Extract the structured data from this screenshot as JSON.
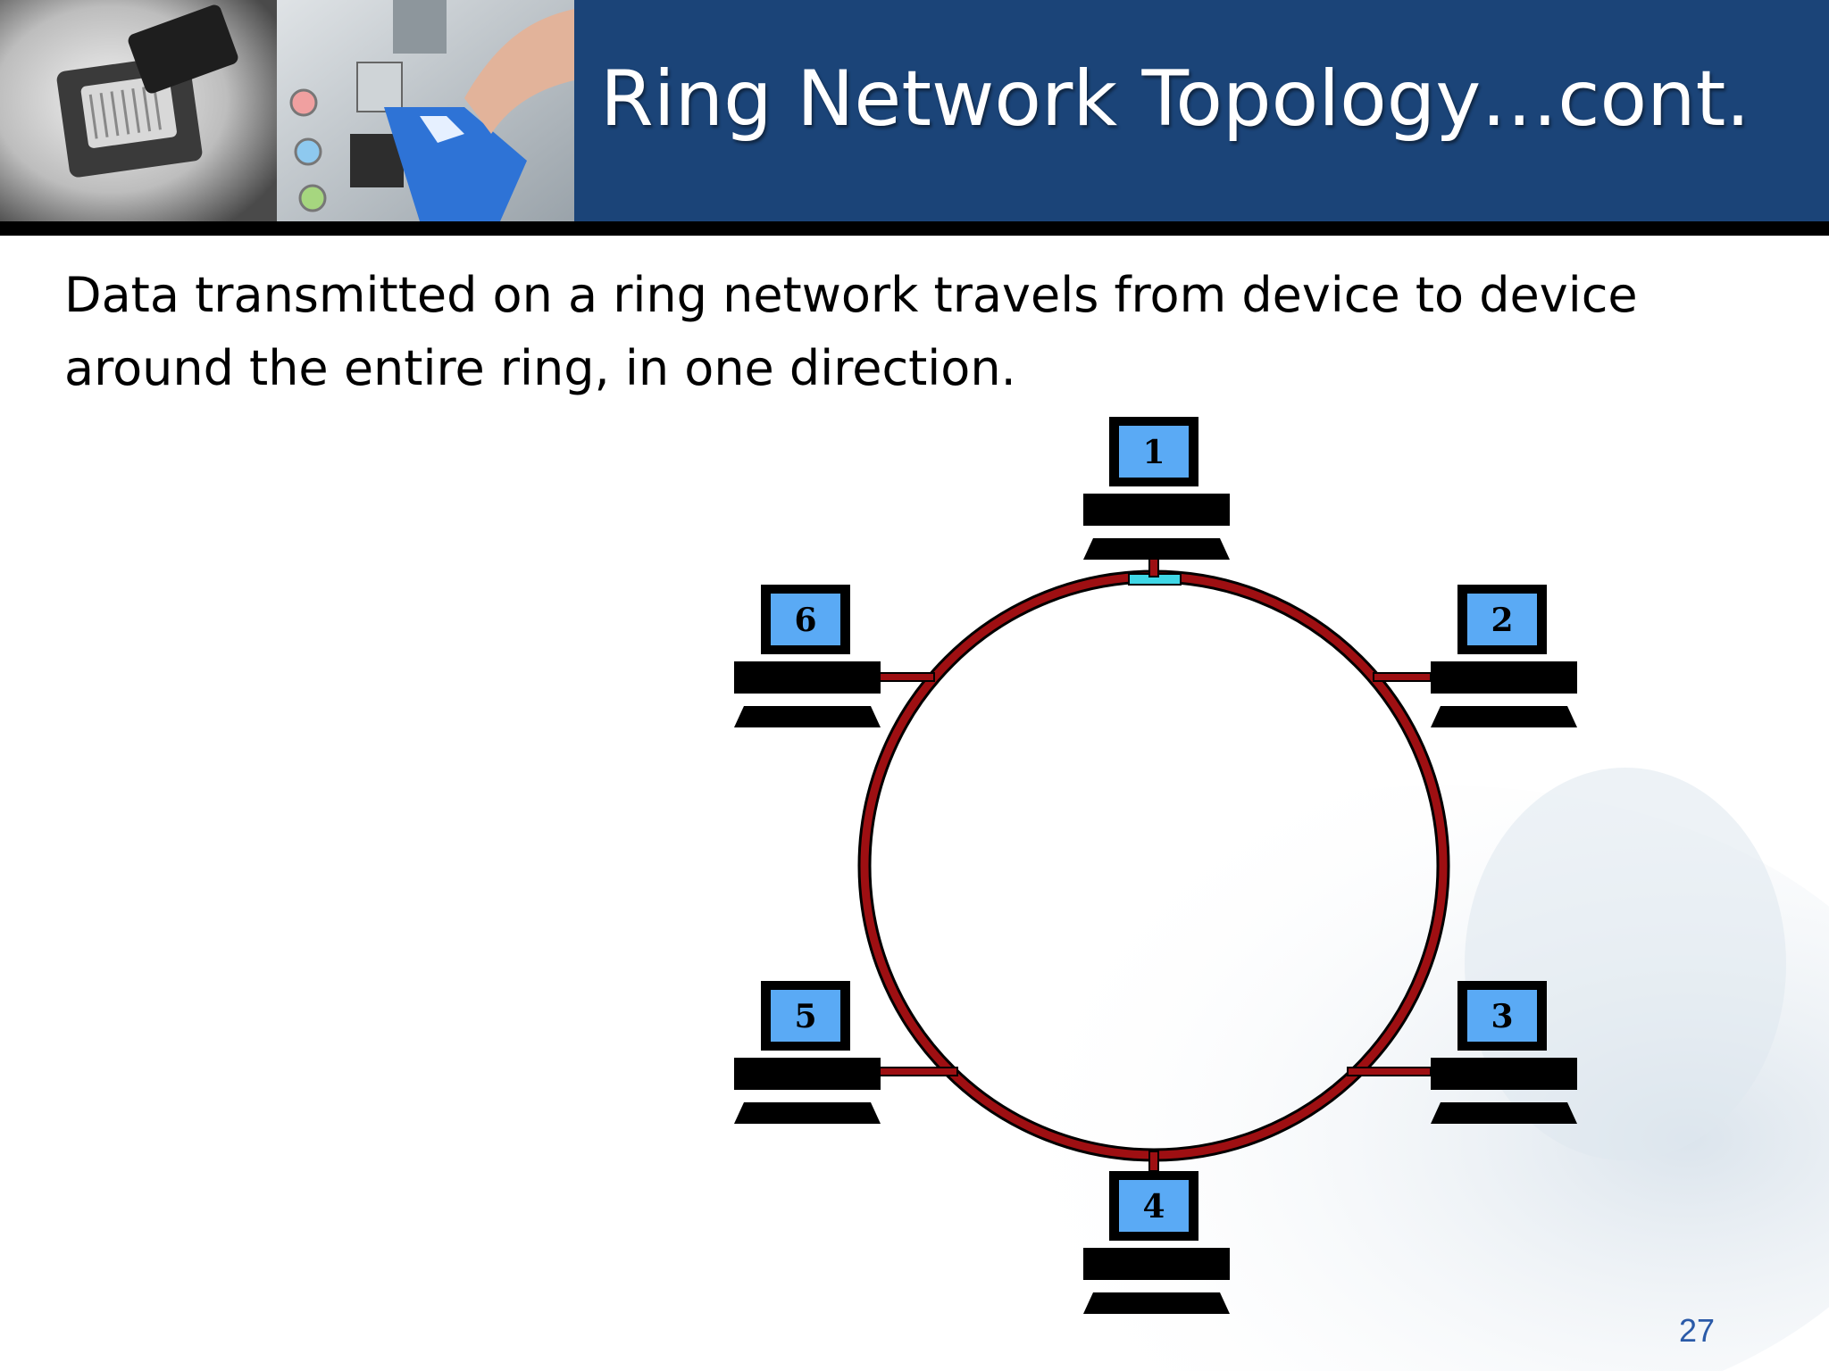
{
  "slide": {
    "title": "Ring Network Topology…cont.",
    "body": "Data transmitted on a ring network travels from device to device around the entire ring, in one direction.",
    "page_number": "27"
  },
  "diagram": {
    "type": "ring-network-topology",
    "nodes": [
      {
        "id": "1",
        "label": "1"
      },
      {
        "id": "2",
        "label": "2"
      },
      {
        "id": "3",
        "label": "3"
      },
      {
        "id": "4",
        "label": "4"
      },
      {
        "id": "5",
        "label": "5"
      },
      {
        "id": "6",
        "label": "6"
      }
    ],
    "edges": [
      {
        "from": "1",
        "to": "2"
      },
      {
        "from": "2",
        "to": "3"
      },
      {
        "from": "3",
        "to": "4"
      },
      {
        "from": "4",
        "to": "5"
      },
      {
        "from": "5",
        "to": "6"
      },
      {
        "from": "6",
        "to": "1"
      }
    ]
  },
  "colors": {
    "title_bar": "#1b4478",
    "ring": "#9e0f12",
    "screen": "#5aaaf5",
    "active_segment": "#3fd7e6",
    "page_number": "#2a5aa8"
  }
}
